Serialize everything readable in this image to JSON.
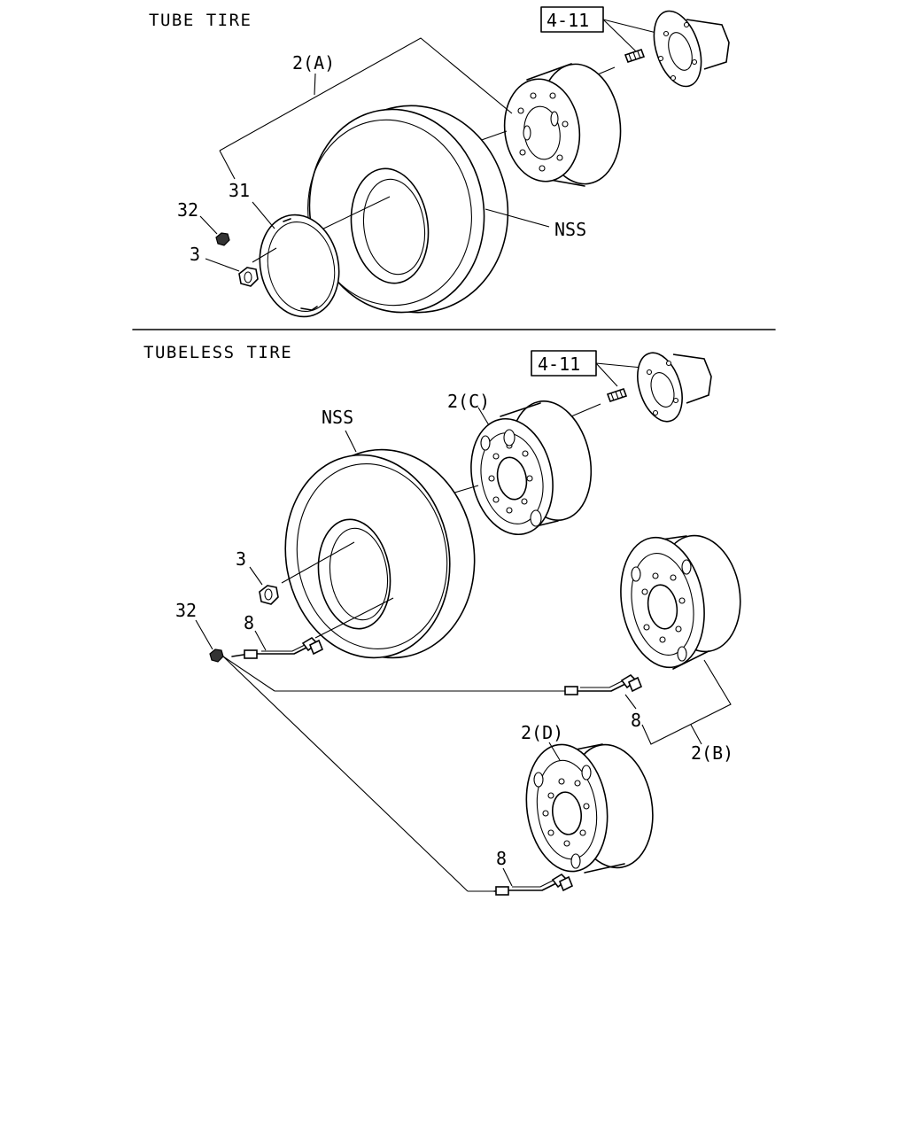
{
  "sections": {
    "tube": {
      "title": "TUBE TIRE"
    },
    "tubeless": {
      "title": "TUBELESS TIRE"
    }
  },
  "labels": {
    "tube_ref": "4-11",
    "tube_wheel": "2(A)",
    "tube_ring": "31",
    "tube_nut_cap": "32",
    "tube_nut": "3",
    "tube_tire": "NSS",
    "tubeless_ref": "4-11",
    "tubeless_wheel_c": "2(C)",
    "tubeless_tire": "NSS",
    "tubeless_nut": "3",
    "tubeless_nut_cap": "32",
    "tubeless_valve_1": "8",
    "tubeless_valve_2": "8",
    "tubeless_wheel_b": "2(B)",
    "tubeless_wheel_d": "2(D)",
    "tubeless_valve_3": "8"
  }
}
